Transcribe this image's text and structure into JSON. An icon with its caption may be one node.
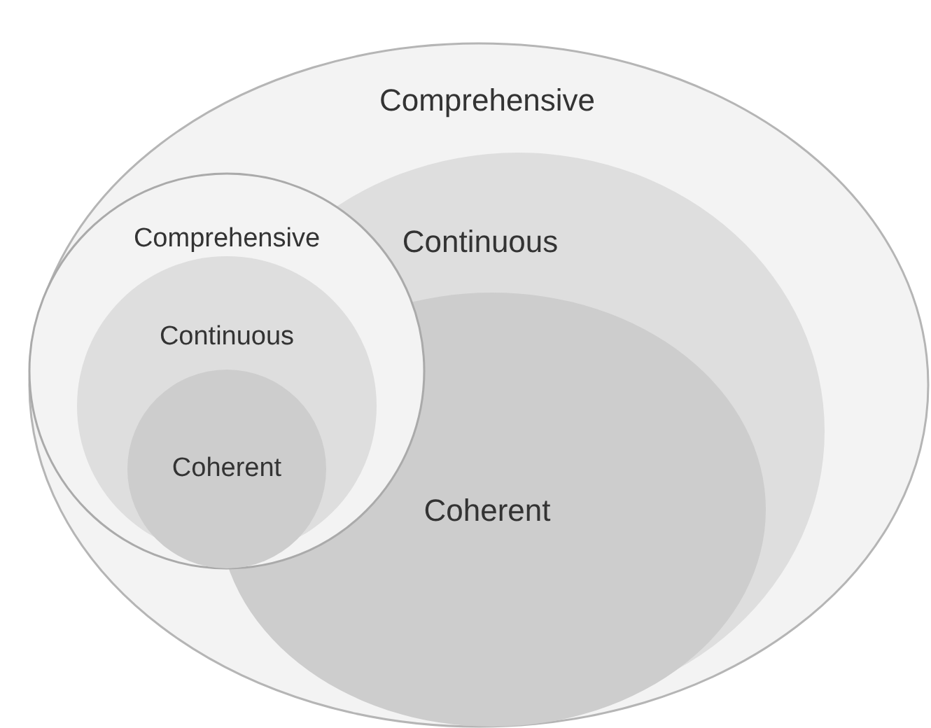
{
  "diagram": {
    "nodes": [
      {
        "text": [
          "Comprehensive"
        ]
      },
      {
        "text": [
          "Continuous"
        ],
        "in": 0
      },
      {
        "text": [
          "Coherent"
        ],
        "in": 1
      },
      {
        "text": [
          "Comprehensive"
        ],
        "in": 0
      },
      {
        "text": [
          "Continuous"
        ],
        "in": 3
      },
      {
        "text": [
          "Coherent"
        ],
        "in": 4
      }
    ]
  }
}
